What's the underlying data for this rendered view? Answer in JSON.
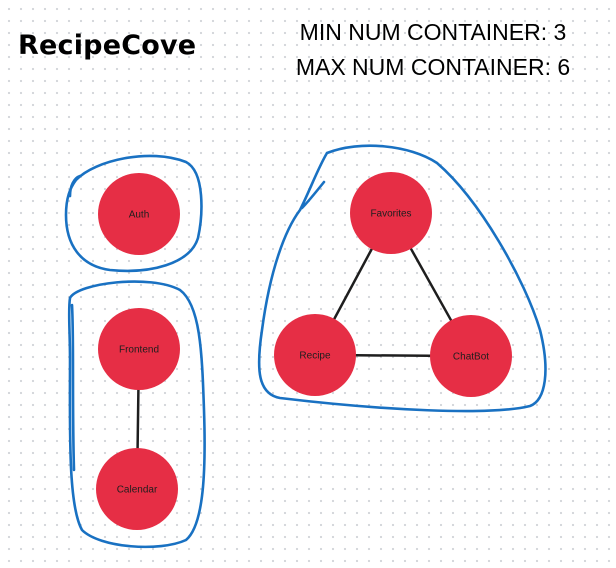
{
  "title": "RecipeCove",
  "limits": {
    "min_label": "MIN NUM CONTAINER: 3",
    "max_label": "MAX NUM CONTAINER: 6"
  },
  "colors": {
    "node_fill": "#e62e45",
    "outline": "#1971c2",
    "edge": "#1e1e1e",
    "label": "#1e1e1e"
  },
  "nodes": [
    {
      "id": "auth",
      "label": "Auth"
    },
    {
      "id": "frontend",
      "label": "Frontend"
    },
    {
      "id": "calendar",
      "label": "Calendar"
    },
    {
      "id": "favorites",
      "label": "Favorites"
    },
    {
      "id": "recipe",
      "label": "Recipe"
    },
    {
      "id": "chatbot",
      "label": "ChatBot"
    }
  ],
  "edges": [
    {
      "from": "frontend",
      "to": "calendar"
    },
    {
      "from": "favorites",
      "to": "recipe"
    },
    {
      "from": "favorites",
      "to": "chatbot"
    },
    {
      "from": "recipe",
      "to": "chatbot"
    }
  ],
  "groups": [
    {
      "id": "auth-group",
      "members": [
        "auth"
      ]
    },
    {
      "id": "frontend-group",
      "members": [
        "frontend",
        "calendar"
      ]
    },
    {
      "id": "core-group",
      "members": [
        "favorites",
        "recipe",
        "chatbot"
      ]
    }
  ]
}
